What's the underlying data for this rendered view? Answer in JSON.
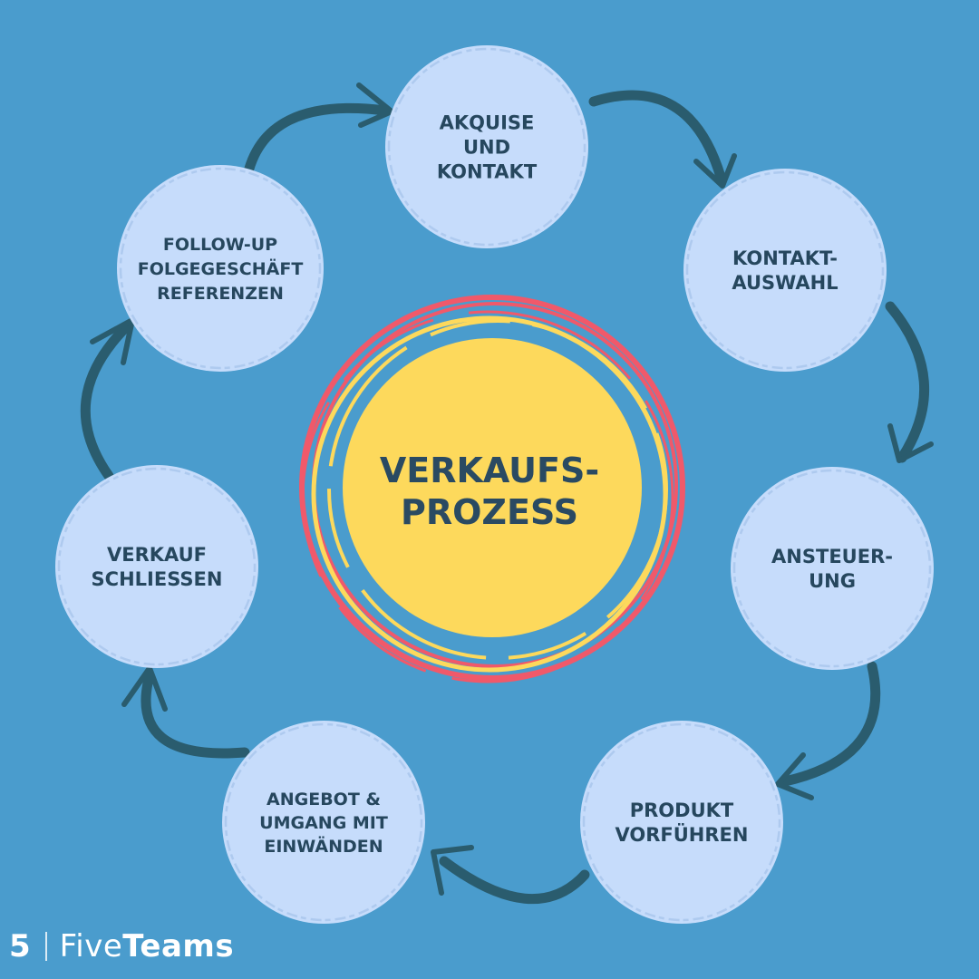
{
  "diagram": {
    "center": {
      "lines": [
        "VERKAUFS-",
        "PROZESS"
      ]
    },
    "steps": [
      {
        "name": "step-akquise-und-kontakt",
        "lines": [
          "AKQUISE",
          "UND",
          "KONTAKT"
        ]
      },
      {
        "name": "step-kontakt-auswahl",
        "lines": [
          "KONTAKT-",
          "AUSWAHL"
        ]
      },
      {
        "name": "step-ansteuerung",
        "lines": [
          "ANSTEUER-",
          "UNG"
        ]
      },
      {
        "name": "step-produkt-vorfuehren",
        "lines": [
          "PRODUKT",
          "VORFÜHREN"
        ]
      },
      {
        "name": "step-angebot-einwaende",
        "lines": [
          "ANGEBOT &",
          "UMGANG MIT",
          "EINWÄNDEN"
        ]
      },
      {
        "name": "step-verkauf-schliessen",
        "lines": [
          "VERKAUF",
          "SCHLIESSEN"
        ]
      },
      {
        "name": "step-follow-up",
        "lines": [
          "FOLLOW-UP",
          "FOLGEGESCHÄFT",
          "REFERENZEN"
        ]
      }
    ]
  },
  "logo": {
    "mark": "5",
    "word_light": "Five",
    "word_bold": "Teams"
  },
  "colors": {
    "background": "#4a9ccd",
    "step_fill": "#c6dcfb",
    "center_fill": "#fdd95c",
    "ring_red": "#f0596a",
    "ring_yellow": "#fdd95c",
    "arrow": "#2a5c6e",
    "text": "#26475e"
  }
}
